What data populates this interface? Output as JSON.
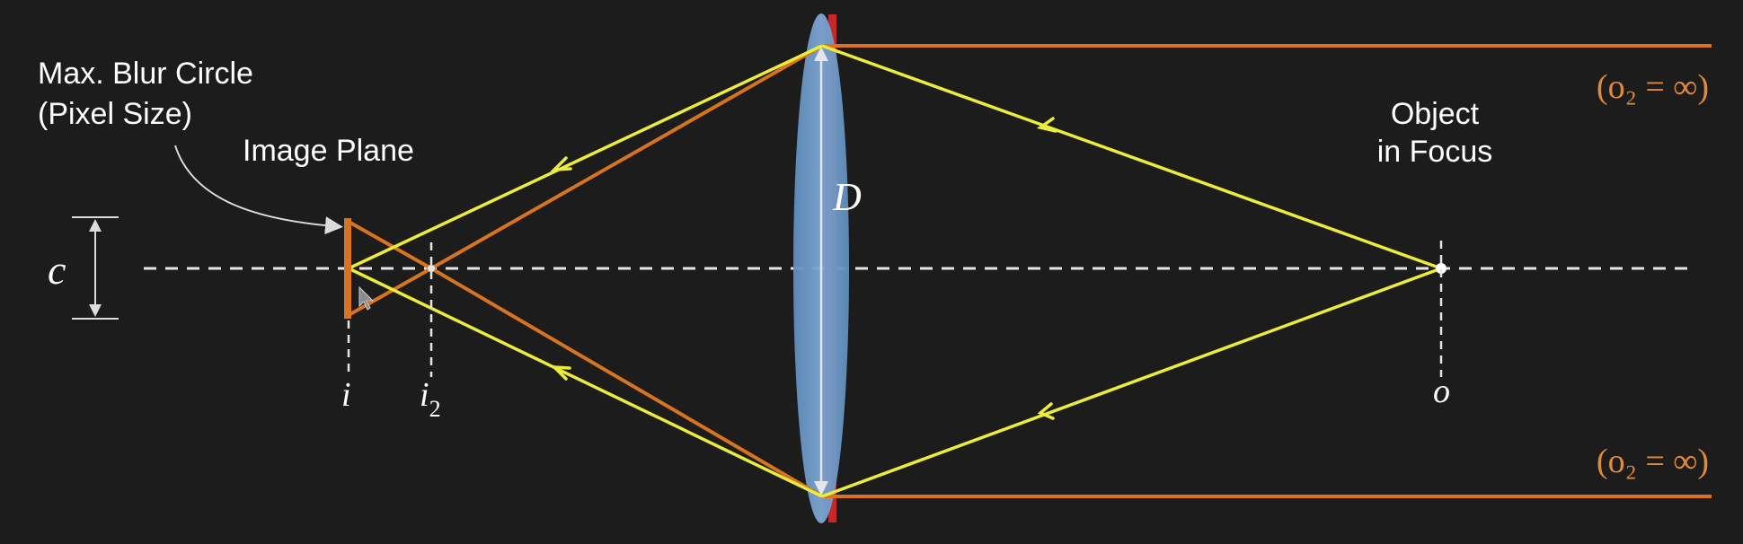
{
  "labels": {
    "blur_circle_line1": "Max. Blur Circle",
    "blur_circle_line2": "(Pixel Size)",
    "image_plane": "Image Plane",
    "object_line1": "Object",
    "object_line2": "in Focus",
    "o2_top": "(o₂ = ∞)",
    "o2_bottom": "(o₂ = ∞)",
    "symbol_c": "c",
    "symbol_D": "D",
    "symbol_i": "i",
    "symbol_i2_base": "i",
    "symbol_i2_sub": "2",
    "symbol_o": "o"
  },
  "colors": {
    "background": "#1c1c1c",
    "yellow_ray": "#ecec3a",
    "orange_ray": "#d9731f",
    "lens_fill": "#6f9bc9",
    "lens_edge": "#c62828",
    "axis": "#e6e6e6",
    "text": "#ffffff",
    "orange_text": "#e38a3a"
  }
}
